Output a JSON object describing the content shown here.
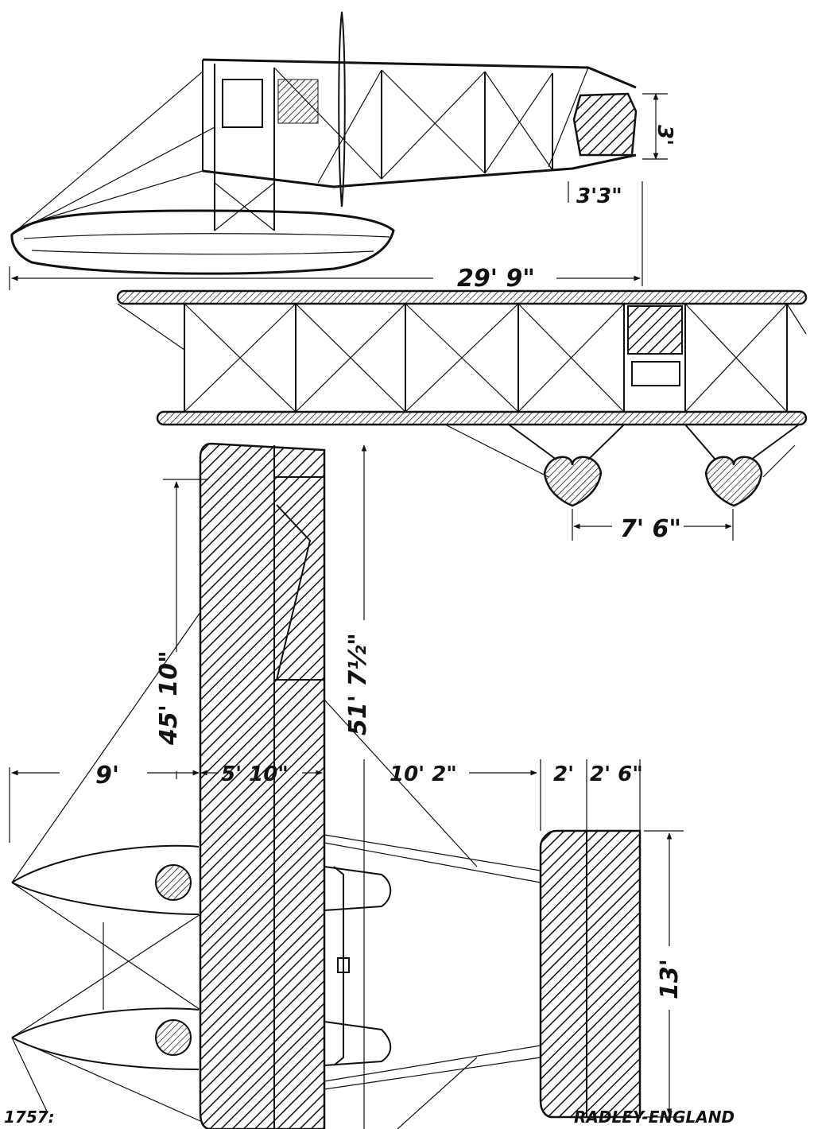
{
  "dimensions": {
    "tail_height": "3'",
    "tail_chord": "3'3\"",
    "length": "29' 9\"",
    "float_track": "7' 6\"",
    "span_lower": "45' 10\"",
    "span_upper": "51' 7½\"",
    "nose_to_wing": "9'",
    "wing_chord": "5' 10\"",
    "wing_to_tail": "10' 2\"",
    "tailplane_1": "2'",
    "tailplane_2": "2' 6\"",
    "tail_span": "13'"
  },
  "captions": {
    "figure_number": "1757:",
    "credit": "RADLEY-ENGLAND"
  }
}
